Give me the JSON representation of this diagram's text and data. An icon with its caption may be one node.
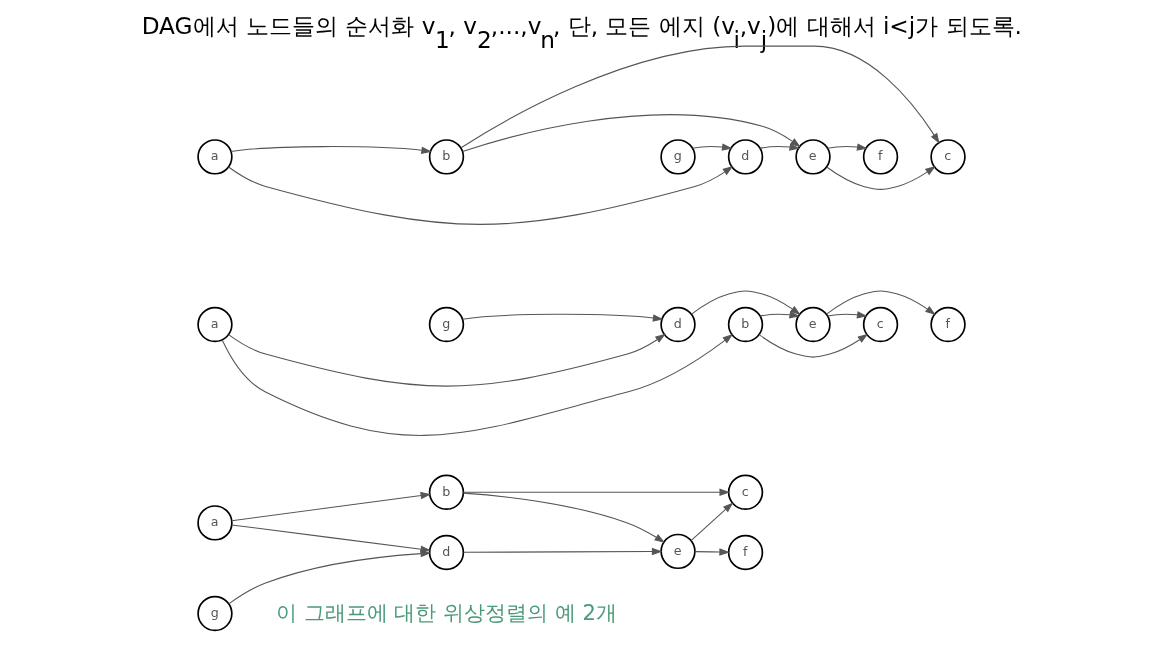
{
  "diagram": {
    "title": "DAG에서 노드들의 순서화 v$_{1}$, v$_{2}$,...,v$_{n}$, 단, 모든 에지 (v$_{i}$,v$_{j}$)에 대해서 i<j가 되도록.",
    "nodes": [
      {
        "text": [
          "a"
        ]
      },
      {
        "text": [
          "b"
        ]
      },
      {
        "text": [
          "c"
        ]
      },
      {
        "text": [
          "d"
        ]
      },
      {
        "text": [
          "e"
        ]
      },
      {
        "text": [
          "f"
        ]
      },
      {
        "text": [
          "g"
        ]
      },
      {
        "text": [
          "a"
        ]
      },
      {
        "text": [
          "g"
        ]
      },
      {
        "text": [
          "d"
        ]
      },
      {
        "text": [
          "b"
        ]
      },
      {
        "text": [
          "e"
        ]
      },
      {
        "text": [
          "c"
        ]
      },
      {
        "text": [
          "f"
        ]
      },
      {
        "text": [
          "a"
        ]
      },
      {
        "text": [
          "b"
        ]
      },
      {
        "text": [
          "g"
        ]
      },
      {
        "text": [
          "d"
        ]
      },
      {
        "text": [
          "e"
        ]
      },
      {
        "text": [
          "f"
        ]
      },
      {
        "text": [
          "c"
        ]
      }
    ],
    "edges": [
      {
        "from": 0,
        "to": 1,
        "arrow": "to"
      },
      {
        "from": 1,
        "to": 2,
        "arrow": "to"
      },
      {
        "from": 0,
        "to": 3,
        "arrow": "to"
      },
      {
        "from": 1,
        "to": 4,
        "arrow": "to"
      },
      {
        "from": 4,
        "to": 2,
        "arrow": "to"
      },
      {
        "from": 3,
        "to": 4,
        "arrow": "to"
      },
      {
        "from": 4,
        "to": 5,
        "arrow": "to"
      },
      {
        "from": 6,
        "to": 3,
        "arrow": "to"
      },
      {
        "from": 7,
        "to": 9,
        "arrow": "to"
      },
      {
        "from": 8,
        "to": 9,
        "arrow": "to"
      },
      {
        "from": 7,
        "to": 10,
        "arrow": "to"
      },
      {
        "from": 9,
        "to": 11,
        "arrow": "to"
      },
      {
        "from": 10,
        "to": 11,
        "arrow": "to"
      },
      {
        "from": 10,
        "to": 12,
        "arrow": "to"
      },
      {
        "from": 11,
        "to": 12,
        "arrow": "to"
      },
      {
        "from": 11,
        "to": 13,
        "arrow": "to"
      },
      {
        "from": 14,
        "to": 15,
        "arrow": "to"
      },
      {
        "from": 15,
        "to": 20,
        "arrow": "to"
      },
      {
        "from": 15,
        "to": 18,
        "arrow": "to"
      },
      {
        "from": 16,
        "to": 17,
        "arrow": "to"
      },
      {
        "from": 14,
        "to": 17,
        "arrow": "to"
      },
      {
        "from": 17,
        "to": 18,
        "arrow": "to"
      },
      {
        "from": 18,
        "to": 19,
        "arrow": "to"
      },
      {
        "from": 18,
        "to": 20,
        "arrow": "to"
      }
    ],
    "labels": [
      "이 그래프에 대한 위상정렬의 예 2개"
    ]
  }
}
